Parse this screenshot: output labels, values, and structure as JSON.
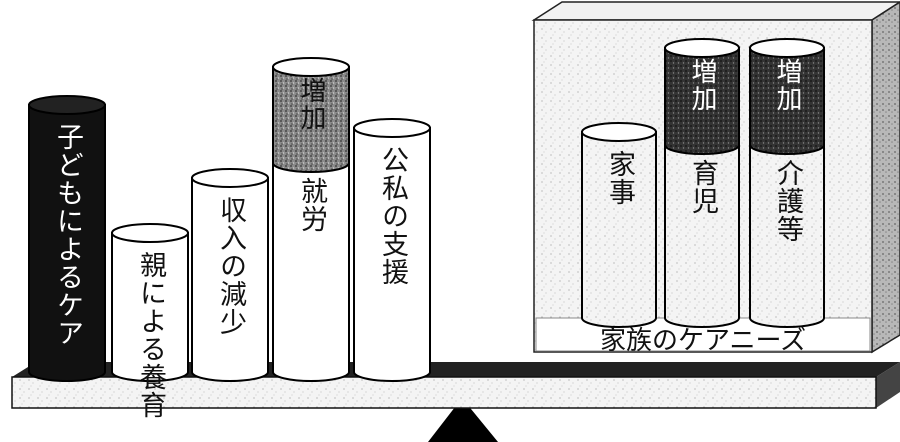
{
  "left_cylinders": [
    {
      "label": "子どもによるケア",
      "style": "dark"
    },
    {
      "label": "親による養育",
      "style": "light"
    },
    {
      "label": "収入の減少",
      "style": "light"
    },
    {
      "label": "就労",
      "style": "light",
      "badge": "増加"
    },
    {
      "label": "公私の支援",
      "style": "light"
    }
  ],
  "right_box": {
    "title": "家族のケアニーズ",
    "cylinders": [
      {
        "label": "家事"
      },
      {
        "label": "育児",
        "badge": "増加"
      },
      {
        "label": "介護等",
        "badge": "増加"
      }
    ]
  }
}
